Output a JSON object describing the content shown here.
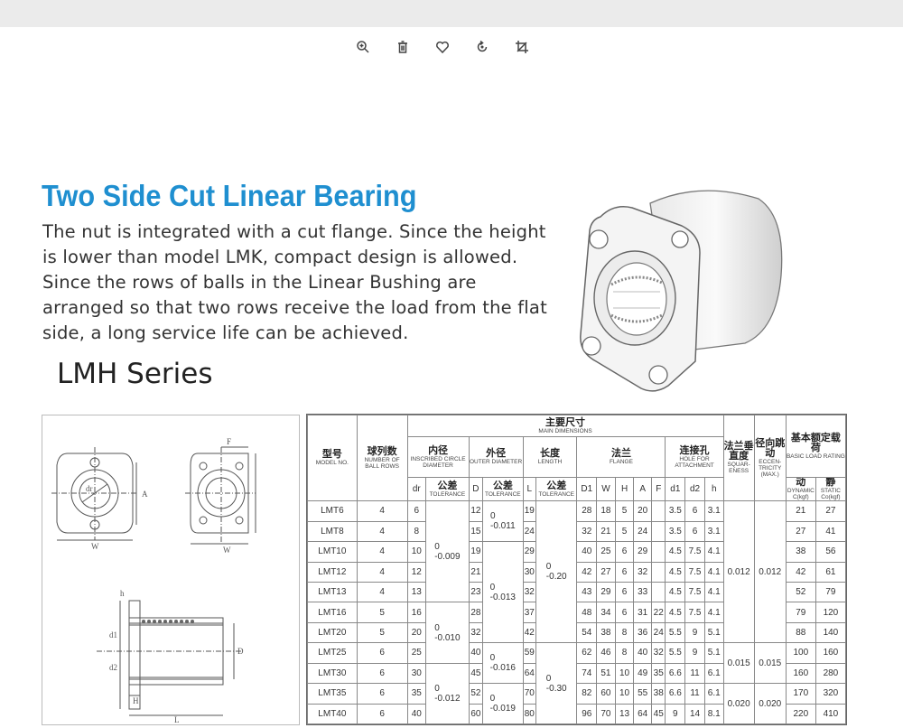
{
  "toolbar": {
    "icons": [
      "zoom-in-icon",
      "trash-icon",
      "heart-icon",
      "rotate-icon",
      "crop-icon"
    ]
  },
  "title": "Two Side Cut Linear Bearing",
  "description": "The nut is integrated with a cut flange. Since the height is lower than model LMK, compact design is allowed. Since the rows of balls in the Linear Bushing are arranged so that two rows receive the load from the flat side, a long service life can be achieved.",
  "series": "LMH Series",
  "drawing_labels": {
    "f": "F",
    "w": "W",
    "h_small": "h",
    "h_big": "H",
    "l": "L",
    "d": "D",
    "dr": "dr",
    "d1": "d1",
    "d2": "d2",
    "a": "A"
  },
  "colors": {
    "title": "#1f8fd0"
  },
  "table": {
    "main_dim_cn": "主要尺寸",
    "main_dim_en": "MAIN DIMENSIONS",
    "model_cn": "型号",
    "model_en": "MODEL NO.",
    "rows_cn": "球列数",
    "rows_en": "NUMBER OF BALL ROWS",
    "inner_cn": "内径",
    "inner_en": "INSCRIBED CIRCLE DIAMETER",
    "outer_cn": "外径",
    "outer_en": "OUTER DIAMETER",
    "len_cn": "长度",
    "len_en": "LENGTH",
    "flange_cn": "法兰",
    "flange_en": "FLANGE",
    "hole_cn": "连接孔",
    "hole_en": "HOLE FOR ATTACHMENT",
    "sq_cn": "法兰垂直度",
    "sq_en": "SQUAR-ENESS",
    "ecc_cn": "径向跳动",
    "ecc_en": "ECCEN-TRICITY (MAX.)",
    "load_cn": "基本额定载荷",
    "load_en": "BASIC LOAD RATING",
    "dyn_cn": "动",
    "dyn_en": "DYNAMIC C(kgf)",
    "sta_cn": "静",
    "sta_en": "STATIC Co(kgf)",
    "tol_cn": "公差",
    "tol_en": "TOLERANCE",
    "h_dr": "dr",
    "h_D": "D",
    "h_L": "L",
    "h_D1": "D1",
    "h_W": "W",
    "h_H": "H",
    "h_A": "A",
    "h_F": "F",
    "h_d1": "d1",
    "h_d2": "d2",
    "h_h": "h",
    "rows": [
      {
        "model": "LMT6",
        "balls": "4",
        "dr": "6",
        "D": "12",
        "L": "19",
        "D1": "28",
        "W": "18",
        "H": "5",
        "A": "20",
        "F": "",
        "d1": "3.5",
        "d2": "6",
        "h": "3.1",
        "C": "21",
        "Co": "27"
      },
      {
        "model": "LMT8",
        "balls": "4",
        "dr": "8",
        "D": "15",
        "L": "24",
        "D1": "32",
        "W": "21",
        "H": "5",
        "A": "24",
        "F": "",
        "d1": "3.5",
        "d2": "6",
        "h": "3.1",
        "C": "27",
        "Co": "41"
      },
      {
        "model": "LMT10",
        "balls": "4",
        "dr": "10",
        "D": "19",
        "L": "29",
        "D1": "40",
        "W": "25",
        "H": "6",
        "A": "29",
        "F": "",
        "d1": "4.5",
        "d2": "7.5",
        "h": "4.1",
        "C": "38",
        "Co": "56"
      },
      {
        "model": "LMT12",
        "balls": "4",
        "dr": "12",
        "D": "21",
        "L": "30",
        "D1": "42",
        "W": "27",
        "H": "6",
        "A": "32",
        "F": "",
        "d1": "4.5",
        "d2": "7.5",
        "h": "4.1",
        "C": "42",
        "Co": "61"
      },
      {
        "model": "LMT13",
        "balls": "4",
        "dr": "13",
        "D": "23",
        "L": "32",
        "D1": "43",
        "W": "29",
        "H": "6",
        "A": "33",
        "F": "",
        "d1": "4.5",
        "d2": "7.5",
        "h": "4.1",
        "C": "52",
        "Co": "79"
      },
      {
        "model": "LMT16",
        "balls": "5",
        "dr": "16",
        "D": "28",
        "L": "37",
        "D1": "48",
        "W": "34",
        "H": "6",
        "A": "31",
        "F": "22",
        "d1": "4.5",
        "d2": "7.5",
        "h": "4.1",
        "C": "79",
        "Co": "120"
      },
      {
        "model": "LMT20",
        "balls": "5",
        "dr": "20",
        "D": "32",
        "L": "42",
        "D1": "54",
        "W": "38",
        "H": "8",
        "A": "36",
        "F": "24",
        "d1": "5.5",
        "d2": "9",
        "h": "5.1",
        "C": "88",
        "Co": "140"
      },
      {
        "model": "LMT25",
        "balls": "6",
        "dr": "25",
        "D": "40",
        "L": "59",
        "D1": "62",
        "W": "46",
        "H": "8",
        "A": "40",
        "F": "32",
        "d1": "5.5",
        "d2": "9",
        "h": "5.1",
        "C": "100",
        "Co": "160"
      },
      {
        "model": "LMT30",
        "balls": "6",
        "dr": "30",
        "D": "45",
        "L": "64",
        "D1": "74",
        "W": "51",
        "H": "10",
        "A": "49",
        "F": "35",
        "d1": "6.6",
        "d2": "11",
        "h": "6.1",
        "C": "160",
        "Co": "280"
      },
      {
        "model": "LMT35",
        "balls": "6",
        "dr": "35",
        "D": "52",
        "L": "70",
        "D1": "82",
        "W": "60",
        "H": "10",
        "A": "55",
        "F": "38",
        "d1": "6.6",
        "d2": "11",
        "h": "6.1",
        "C": "170",
        "Co": "320"
      },
      {
        "model": "LMT40",
        "balls": "6",
        "dr": "40",
        "D": "60",
        "L": "80",
        "D1": "96",
        "W": "70",
        "H": "13",
        "A": "64",
        "F": "45",
        "d1": "9",
        "d2": "14",
        "h": "8.1",
        "C": "220",
        "Co": "410"
      }
    ],
    "tol_dr": [
      {
        "top": "0",
        "bot": "-0.009"
      },
      {
        "top": "0",
        "bot": "-0.010"
      },
      {
        "top": "0",
        "bot": "-0.012"
      }
    ],
    "tol_D": [
      {
        "top": "0",
        "bot": "-0.011"
      },
      {
        "top": "0",
        "bot": "-0.013"
      },
      {
        "top": "0",
        "bot": "-0.016"
      },
      {
        "top": "0",
        "bot": "-0.019"
      }
    ],
    "tol_L": [
      {
        "top": "0",
        "bot": "-0.20"
      },
      {
        "top": "0",
        "bot": "-0.30"
      }
    ],
    "squareness": [
      "0.012",
      "0.015",
      "0.020"
    ],
    "eccentricity": [
      "0.012",
      "0.015",
      "0.020"
    ]
  }
}
